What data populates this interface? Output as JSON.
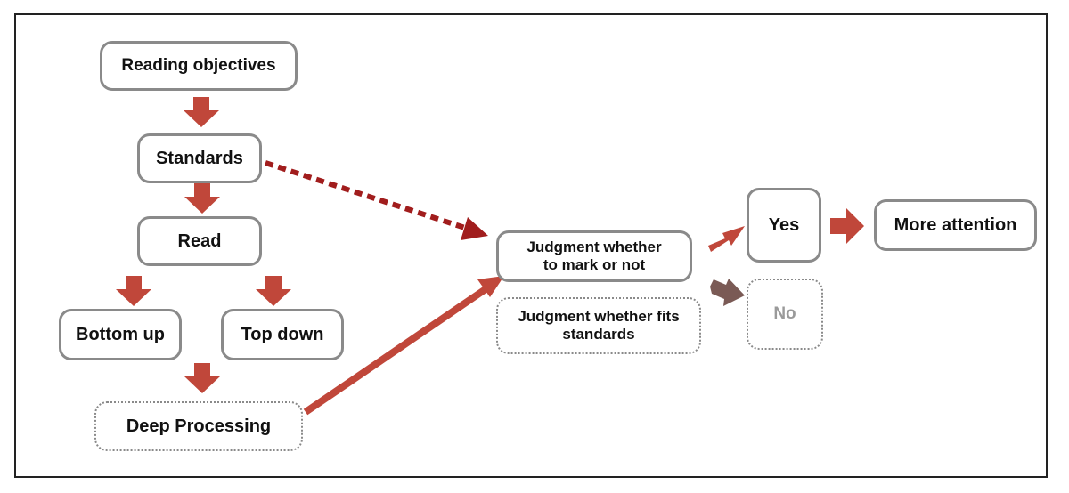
{
  "nodes": {
    "reading_objectives": "Reading objectives",
    "standards": "Standards",
    "read": "Read",
    "bottom_up": "Bottom up",
    "top_down": "Top down",
    "deep_processing": "Deep Processing",
    "judgment_mark": "Judgment whether\nto mark or not",
    "judgment_fits": "Judgment whether fits\nstandards",
    "yes": "Yes",
    "no": "No",
    "more_attention": "More attention"
  },
  "colors": {
    "arrow": "#c0473a",
    "dashed_arrow": "#a11d1d",
    "muted_arrow": "#7a5a55",
    "border": "#8a8a8a"
  }
}
